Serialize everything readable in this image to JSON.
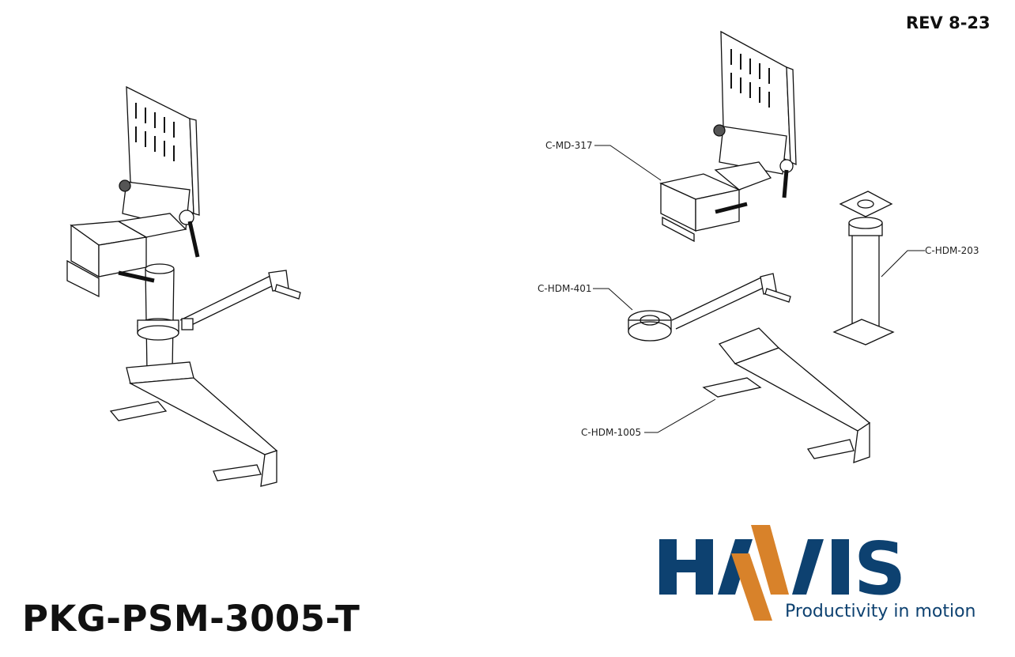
{
  "document": {
    "revision": "REV 8-23",
    "part_number": "PKG-PSM-3005-T"
  },
  "callouts": [
    {
      "label": "C-MD-317"
    },
    {
      "label": "C-HDM-203"
    },
    {
      "label": "C-HDM-401"
    },
    {
      "label": "C-HDM-1005"
    }
  ],
  "logo": {
    "brand": "HAVIS",
    "tagline": "Productivity in motion",
    "colors": {
      "blue": "#0d4170",
      "orange": "#d8822a"
    }
  }
}
